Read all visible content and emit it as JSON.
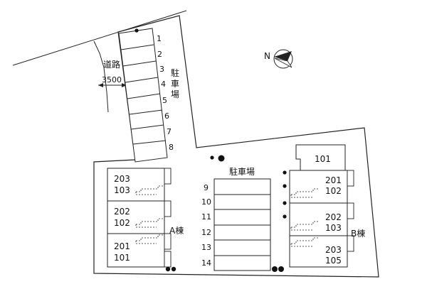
{
  "road": {
    "label": "道路",
    "width_label": "3500"
  },
  "north_label": "N",
  "parking": {
    "label_upper": [
      "駐",
      "車",
      "場"
    ],
    "label_lower": "駐車場",
    "upper_spaces": [
      "1",
      "2",
      "3",
      "4",
      "5",
      "6",
      "7",
      "8"
    ],
    "lower_spaces": [
      "9",
      "10",
      "11",
      "12",
      "13",
      "14"
    ]
  },
  "building_a": {
    "label": "A棟",
    "units": [
      {
        "upper": "203",
        "lower": "103"
      },
      {
        "upper": "202",
        "lower": "102"
      },
      {
        "upper": "201",
        "lower": "101"
      }
    ]
  },
  "building_b": {
    "label": "B棟",
    "top_unit": "101",
    "units": [
      {
        "upper": "201",
        "lower": "102"
      },
      {
        "upper": "202",
        "lower": "103"
      },
      {
        "upper": "203",
        "lower": "105"
      }
    ]
  }
}
